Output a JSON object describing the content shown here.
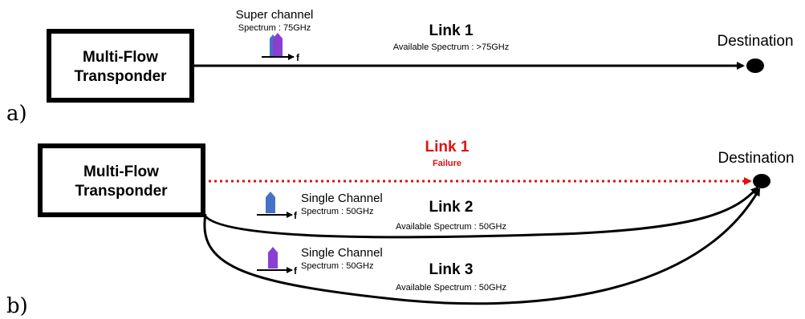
{
  "panel_a": {
    "label": "a)",
    "box_line1": "Multi-Flow",
    "box_line2": "Transponder",
    "channel_title": "Super channel",
    "channel_spectrum": "Spectrum : 75GHz",
    "freq_label": "f",
    "link_title": "Link 1",
    "link_available": "Available Spectrum : >75GHz",
    "destination": "Destination"
  },
  "panel_b": {
    "label": "b)",
    "box_line1": "Multi-Flow",
    "box_line2": "Transponder",
    "destination": "Destination",
    "failed_link": {
      "title": "Link 1",
      "status": "Failure"
    },
    "link2": {
      "channel_title": "Single Channel",
      "channel_spectrum": "Spectrum : 50GHz",
      "freq_label": "f",
      "title": "Link 2",
      "available": "Available Spectrum : 50GHz"
    },
    "link3": {
      "channel_title": "Single Channel",
      "channel_spectrum": "Spectrum : 50GHz",
      "freq_label": "f",
      "title": "Link 3",
      "available": "Available Spectrum : 50GHz"
    }
  },
  "colors": {
    "failure": "#e01010",
    "blue_channel": "#4472c4",
    "purple_channel": "#8a3fd1"
  }
}
